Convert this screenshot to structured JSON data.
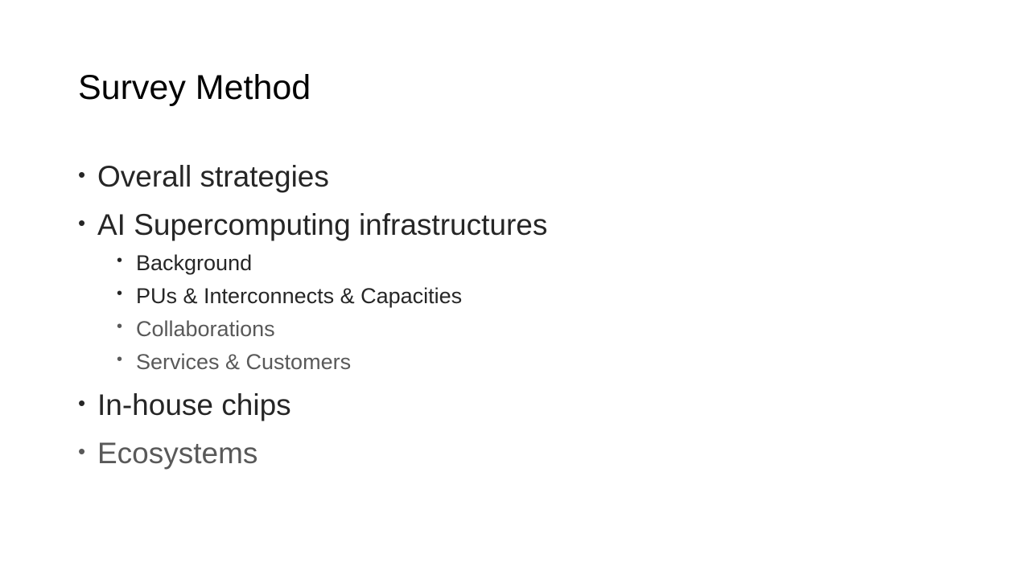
{
  "slide": {
    "title": "Survey Method",
    "bullet_char": "•",
    "items": [
      {
        "label": "Overall strategies",
        "tone": "dark"
      },
      {
        "label": "AI Supercomputing infrastructures",
        "tone": "dark",
        "subitems": [
          {
            "label": "Background",
            "tone": "dark"
          },
          {
            "label": "PUs & Interconnects & Capacities",
            "tone": "dark"
          },
          {
            "label": "Collaborations",
            "tone": "muted"
          },
          {
            "label": "Services & Customers",
            "tone": "muted"
          }
        ]
      },
      {
        "label": "In-house chips",
        "tone": "dark"
      },
      {
        "label": "Ecosystems",
        "tone": "muted"
      }
    ]
  },
  "colors": {
    "title": "#000000",
    "dark_text": "#262626",
    "muted_text": "#595959",
    "background": "#ffffff"
  }
}
